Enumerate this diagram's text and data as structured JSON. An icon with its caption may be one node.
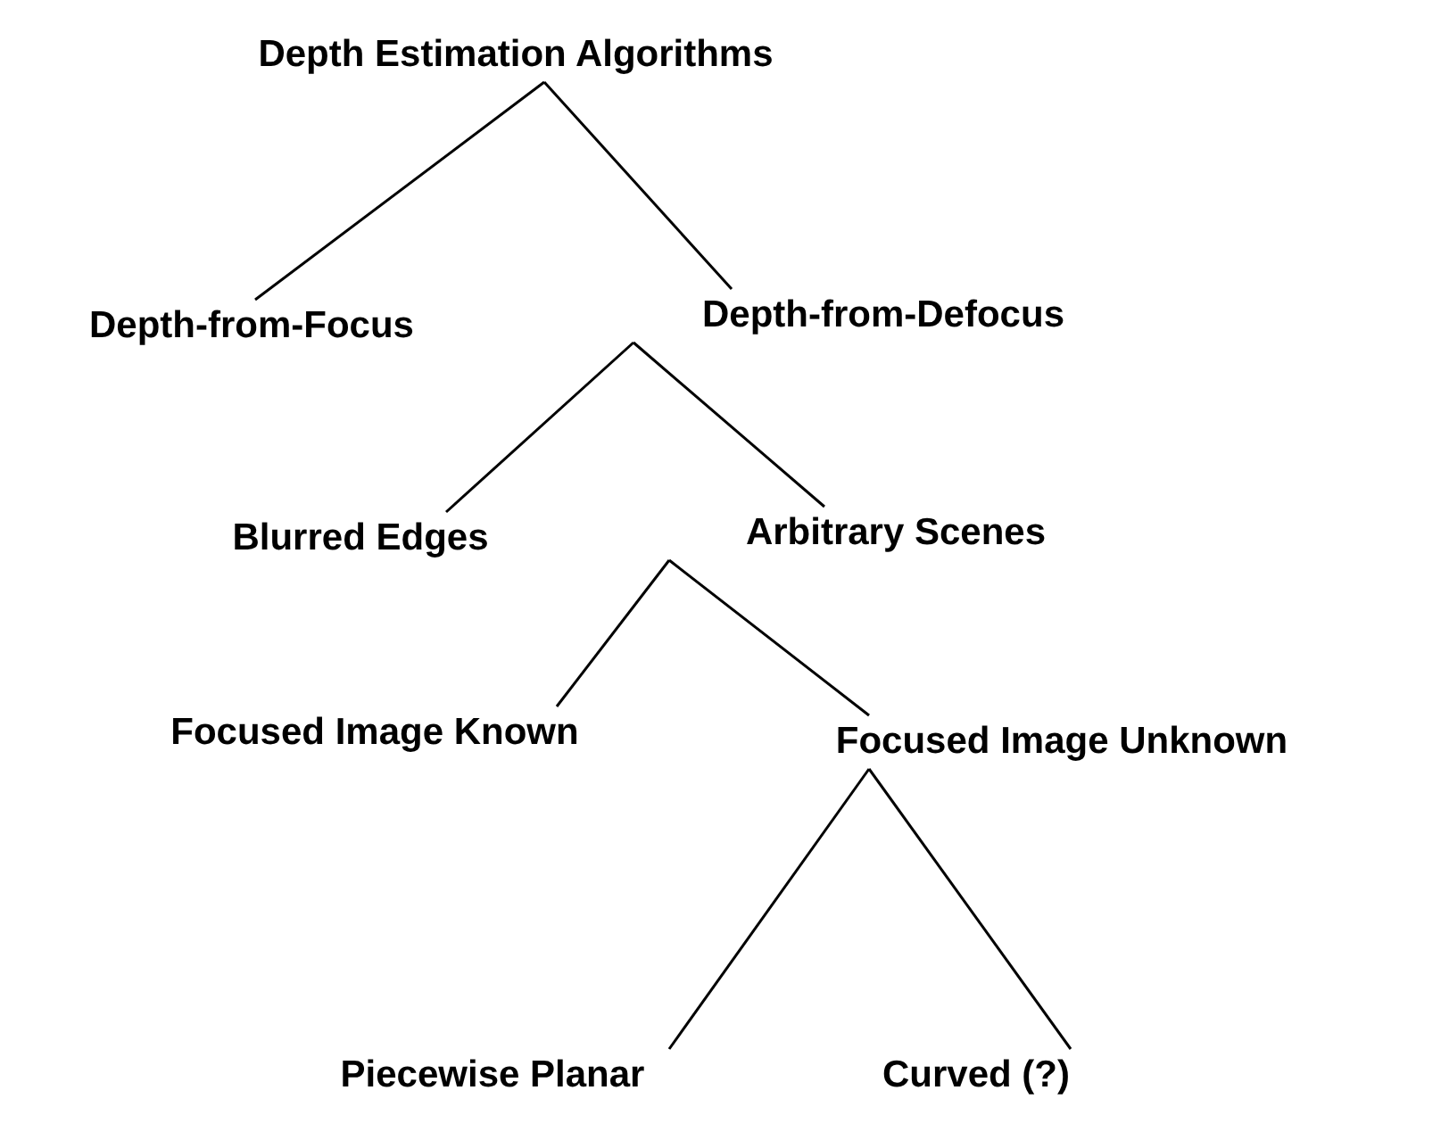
{
  "diagram": {
    "nodes": [
      {
        "text": [
          "Depth Estimation Algorithms"
        ]
      },
      {
        "text": [
          "Depth-from-Focus"
        ]
      },
      {
        "text": [
          "Depth-from-Defocus"
        ]
      },
      {
        "text": [
          "Blurred Edges"
        ]
      },
      {
        "text": [
          "Arbitrary Scenes"
        ]
      },
      {
        "text": [
          "Focused Image Known"
        ]
      },
      {
        "text": [
          "Focused Image Unknown"
        ]
      },
      {
        "text": [
          "Piecewise Planar"
        ]
      },
      {
        "text": [
          "Curved (?)"
        ]
      }
    ],
    "edges": [
      {
        "from": 0,
        "to": 1,
        "arrow": "none"
      },
      {
        "from": 0,
        "to": 2,
        "arrow": "none"
      },
      {
        "from": 2,
        "to": 3,
        "arrow": "none"
      },
      {
        "from": 2,
        "to": 4,
        "arrow": "none"
      },
      {
        "from": 4,
        "to": 5,
        "arrow": "none"
      },
      {
        "from": 4,
        "to": 6,
        "arrow": "none"
      },
      {
        "from": 6,
        "to": 7,
        "arrow": "none"
      },
      {
        "from": 6,
        "to": 8,
        "arrow": "none"
      }
    ]
  }
}
